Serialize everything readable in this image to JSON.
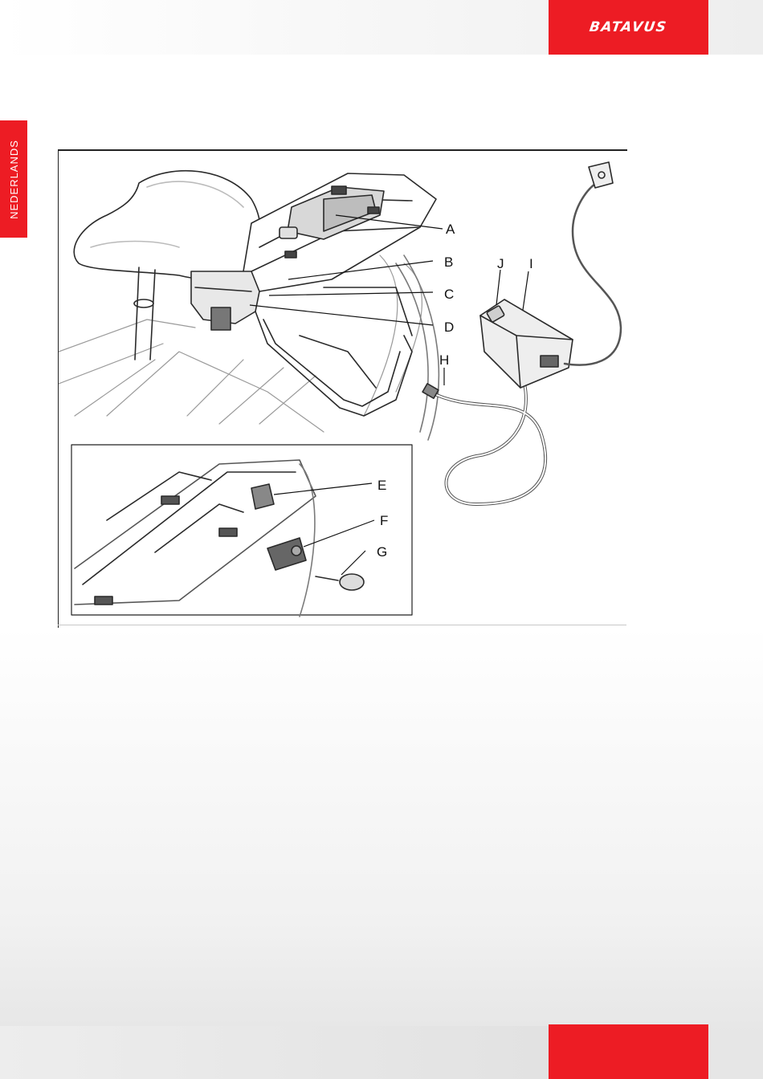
{
  "header": {
    "brand": "BATAVUS"
  },
  "sidebar": {
    "language": "NEDERLANDS"
  },
  "figure": {
    "callouts": {
      "a": "A",
      "b": "B",
      "c": "C",
      "d": "D",
      "e": "E",
      "f": "F",
      "g": "G",
      "h": "H",
      "i": "I",
      "j": "J"
    }
  },
  "colors": {
    "brand_red": "#ed1c24",
    "line_art": "#222222"
  }
}
